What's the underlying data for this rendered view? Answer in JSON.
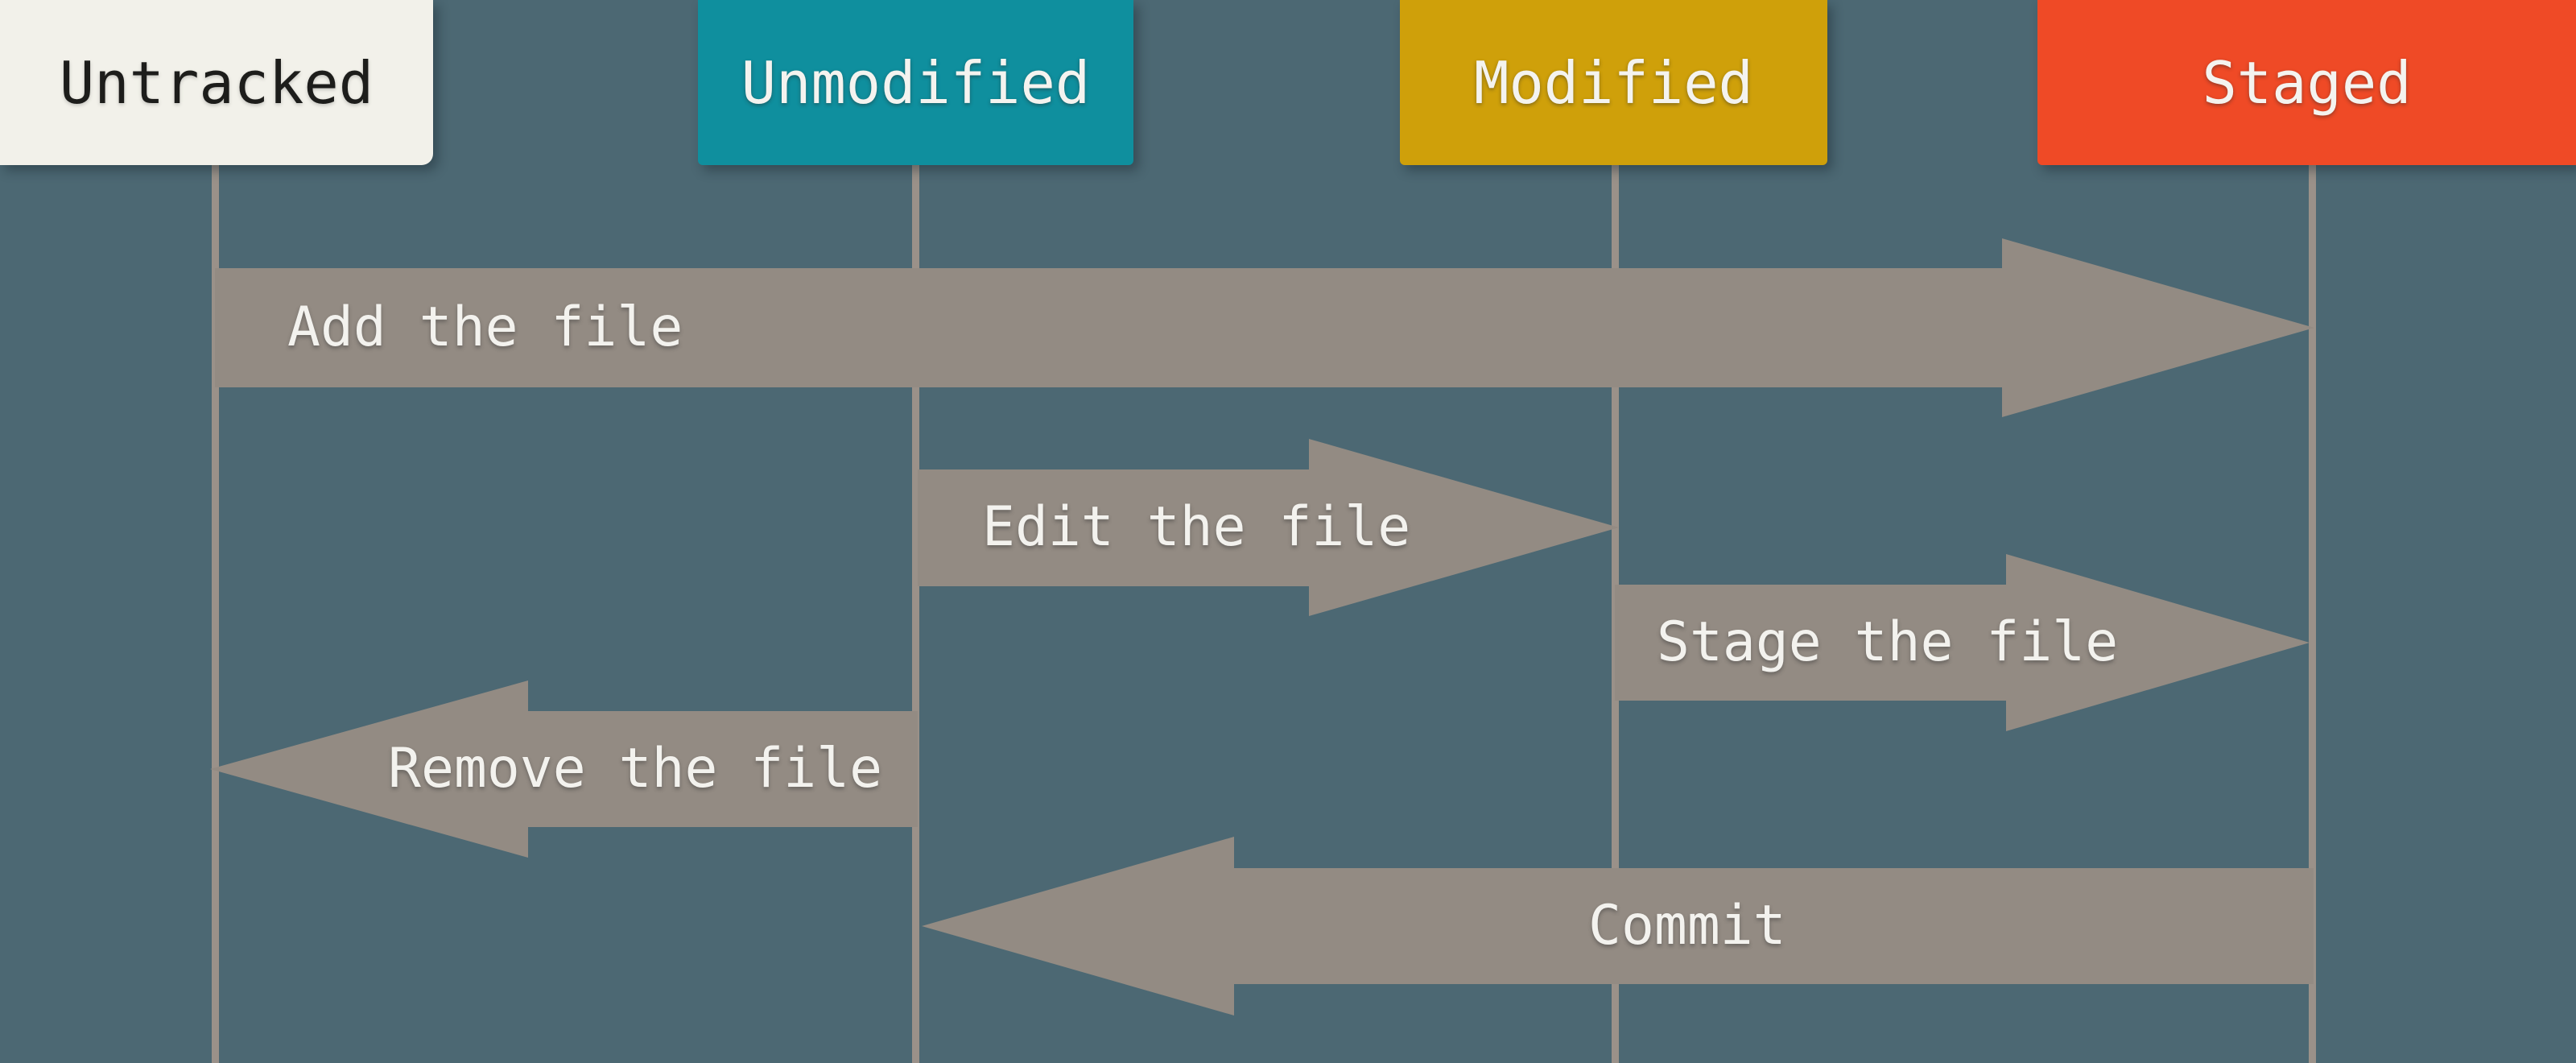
{
  "diagram_type": "git-file-lifecycle-flow",
  "columns": [
    {
      "label": "Untracked",
      "color": "#f2f1ea",
      "text_color": "#1d1d1b"
    },
    {
      "label": "Unmodified",
      "color": "#0f8f9e",
      "text_color": "#f4f3ef"
    },
    {
      "label": "Modified",
      "color": "#cfa00a",
      "text_color": "#f4f3ef"
    },
    {
      "label": "Staged",
      "color": "#ef4a26",
      "text_color": "#f4f3ef"
    }
  ],
  "transitions": [
    {
      "label": "Add the file",
      "from": "Untracked",
      "to": "Staged",
      "direction": "right"
    },
    {
      "label": "Edit the file",
      "from": "Unmodified",
      "to": "Modified",
      "direction": "right"
    },
    {
      "label": "Stage the file",
      "from": "Modified",
      "to": "Staged",
      "direction": "right"
    },
    {
      "label": "Remove the file",
      "from": "Unmodified",
      "to": "Untracked",
      "direction": "left"
    },
    {
      "label": "Commit",
      "from": "Staged",
      "to": "Unmodified",
      "direction": "left"
    }
  ],
  "colors": {
    "background": "#4c6873",
    "arrow": "#938b83",
    "lifeline": "#9a9189",
    "arrow_label_text": "#f3f2ee"
  }
}
